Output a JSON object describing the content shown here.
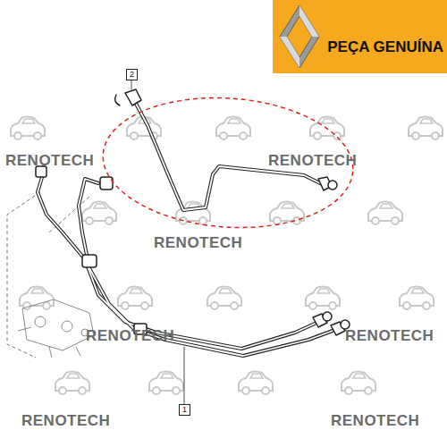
{
  "diagram": {
    "nodes": [
      {
        "text": [
          "PEÇA GENUÍNA"
        ]
      },
      {
        "text": [
          "2"
        ]
      },
      {
        "text": [
          "1"
        ]
      }
    ],
    "labels": [
      "RENOTECH",
      "RENOTECH",
      "RENOTECH",
      "RENOTECH",
      "RENOTECH",
      "RENOTECH",
      "RENOTECH"
    ]
  }
}
